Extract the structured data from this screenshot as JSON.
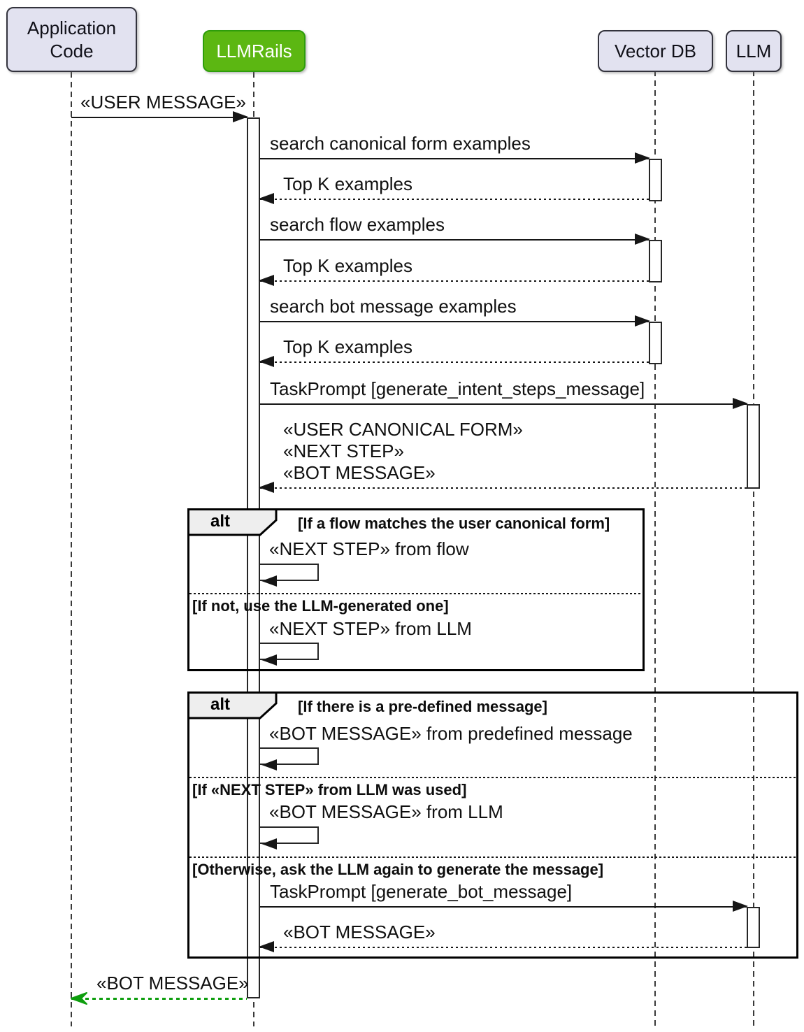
{
  "diagram": {
    "title": "LLMRails sequence diagram",
    "participants": [
      {
        "name": "Application Code"
      },
      {
        "name": "LLMRails"
      },
      {
        "name": "Vector DB"
      },
      {
        "name": "LLM"
      }
    ],
    "colors": {
      "participant_fill": "#E2E2F0",
      "participant_border": "#33333D",
      "rails_fill": "#5CB712",
      "rails_border": "#2E9D0B",
      "arrow": "#161616",
      "return_green": "#0E9E0E",
      "frame_fill": "#EEEEEE"
    },
    "msgs": {
      "user_message": "«USER MESSAGE»",
      "search_canonical": "search canonical form examples",
      "topk_1": "Top K examples",
      "search_flow": "search flow examples",
      "topk_2": "Top K examples",
      "search_bot": "search bot message examples",
      "topk_3": "Top K examples",
      "taskprompt_intent": "TaskPrompt [generate_intent_steps_message]",
      "llm_return_line1": "«USER CANONICAL FORM»",
      "llm_return_line2": "«NEXT STEP»",
      "llm_return_line3": "«BOT MESSAGE»",
      "next_step_flow": "«NEXT STEP» from flow",
      "next_step_llm": "«NEXT STEP» from LLM",
      "bot_predefined": "«BOT MESSAGE» from predefined message",
      "bot_from_llm": "«BOT MESSAGE» from LLM",
      "taskprompt_bot": "TaskPrompt [generate_bot_message]",
      "bot_return": "«BOT MESSAGE»",
      "final_bot_message": "«BOT MESSAGE»"
    },
    "alt1": {
      "keyword": "alt",
      "guard1": "[If a flow matches the user canonical form]",
      "guard2": "[If not, use the LLM-generated one]"
    },
    "alt2": {
      "keyword": "alt",
      "guard1": "[If there is a pre-defined message]",
      "guard2": "[If «NEXT STEP» from LLM was used]",
      "guard3": "[Otherwise, ask the LLM again to generate the message]"
    }
  }
}
